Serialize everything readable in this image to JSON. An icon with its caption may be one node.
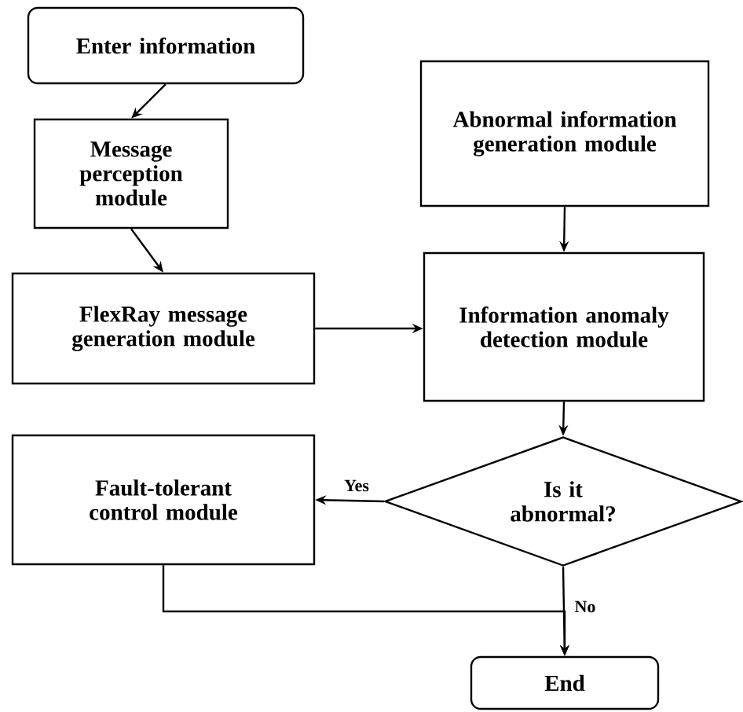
{
  "diagram": {
    "nodes": [
      {
        "text": [
          "Enter information"
        ]
      },
      {
        "text": [
          "Message perception module"
        ]
      },
      {
        "text": [
          "FlexRay message generation module"
        ]
      },
      {
        "text": [
          "Abnormal information generation module"
        ]
      },
      {
        "text": [
          "Information anomaly detection module"
        ]
      },
      {
        "text": [
          "Is it abnormal?"
        ]
      },
      {
        "text": [
          "Fault-tolerant control module"
        ]
      },
      {
        "text": [
          "End"
        ]
      }
    ],
    "edges": [
      {
        "from": 0,
        "to": 1,
        "arrow": "to"
      },
      {
        "from": 1,
        "to": 2,
        "arrow": "to"
      },
      {
        "from": 2,
        "to": 4,
        "arrow": "to"
      },
      {
        "from": 3,
        "to": 4,
        "arrow": "to"
      },
      {
        "from": 4,
        "to": 5,
        "arrow": "to"
      },
      {
        "from": 5,
        "to": 6,
        "arrow": "to",
        "label": "Yes"
      },
      {
        "from": 6,
        "to": 7,
        "arrow": "to"
      },
      {
        "from": 5,
        "to": 7,
        "arrow": "to",
        "label": "No"
      }
    ]
  }
}
